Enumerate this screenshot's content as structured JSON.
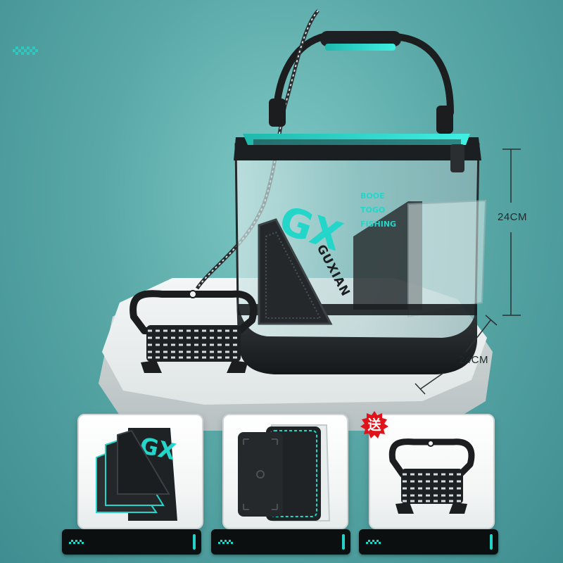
{
  "dimensions": {
    "height_label": "24CM",
    "depth_label": "24CM"
  },
  "bucket_logo": {
    "mark": "GX",
    "brand": "GUXIAN",
    "slogan_lines": [
      "BOOE",
      "TOGO",
      "FISHING"
    ]
  },
  "card_3": {
    "badge_text": "送"
  },
  "icons": {
    "corner_mark": "pixel-dots-icon",
    "badge": "starburst-badge-icon"
  },
  "colors": {
    "accent": "#21d4c7",
    "background": "#5aa9a8",
    "bucket_dark": "#1a1d1f",
    "badge_red": "#e0121a"
  }
}
